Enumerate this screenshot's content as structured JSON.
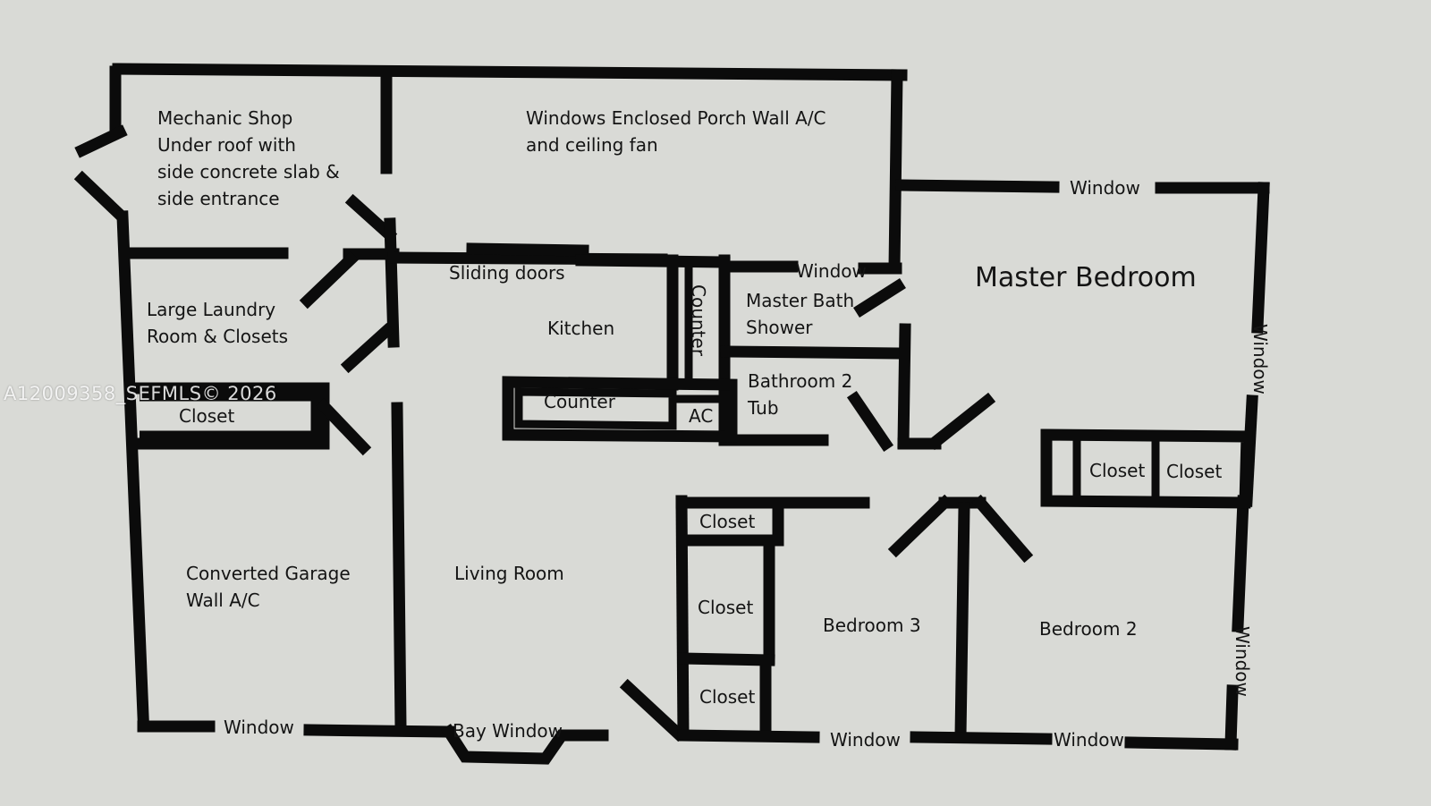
{
  "watermark": "A12009358_SEFMLS© 2026",
  "rooms": {
    "mechanic_shop": [
      "Mechanic Shop",
      "Under roof with",
      "side concrete slab &",
      "side entrance"
    ],
    "porch": [
      "Windows Enclosed Porch Wall A/C",
      "and ceiling fan"
    ],
    "master_bedroom": "Master Bedroom",
    "laundry": [
      "Large Laundry",
      "Room & Closets"
    ],
    "kitchen": "Kitchen",
    "master_bath": [
      "Master Bath",
      "Shower"
    ],
    "bathroom2": [
      "Bathroom 2",
      "Tub"
    ],
    "converted_garage": [
      "Converted Garage",
      "Wall A/C"
    ],
    "living_room": "Living Room",
    "bedroom3": "Bedroom 3",
    "bedroom2": "Bedroom 2"
  },
  "features": {
    "sliding_doors": "Sliding doors",
    "counter_vertical": "Counter",
    "counter_horizontal": "Counter",
    "ac": "AC",
    "closet_laundry": "Closet",
    "closet_master_1": "Closet",
    "closet_master_2": "Closet",
    "closet_b3_top": "Closet",
    "closet_b3_mid": "Closet",
    "closet_b3_bottom": "Closet"
  },
  "windows": {
    "master_top": "Window",
    "porch_lower": "Window",
    "master_right": "Window",
    "bedroom2_right": "Window",
    "garage_bottom": "Window",
    "bay": "Bay Window",
    "bedroom3_bottom": "Window",
    "bedroom2_bottom": "Window"
  }
}
